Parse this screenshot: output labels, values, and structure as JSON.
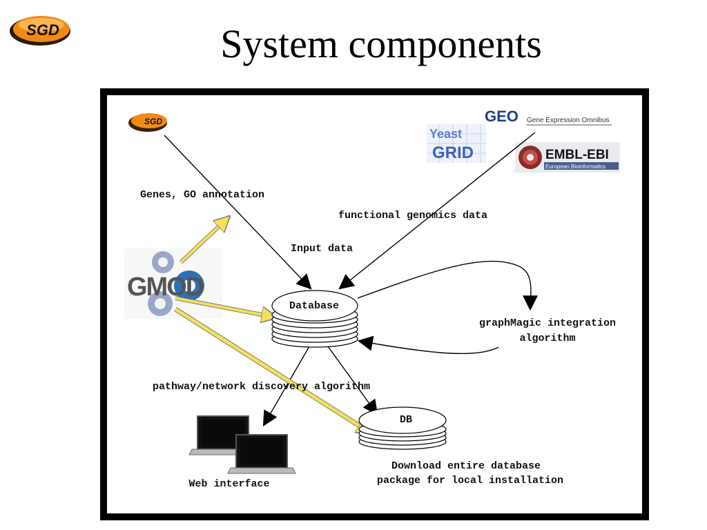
{
  "slide": {
    "title": "System components",
    "logo_text": "SGD"
  },
  "diagram": {
    "sources": {
      "sgd_logo": "SGD",
      "geo_logo": "GEO",
      "geo_caption": "Gene Expression Omnibus",
      "yeastgrid_line1": "Yeast",
      "yeastgrid_line2": "GRID",
      "embl_title": "EMBL-EBI",
      "embl_caption": "European Bioinformatics",
      "gmod_logo": "GMOD"
    },
    "labels": {
      "genes_go": "Genes, GO annotation",
      "functional_genomics": "functional genomics data",
      "input_data": "Input data",
      "database": "Database",
      "graphmagic_line1": "graphMagic integration",
      "graphmagic_line2": "algorithm",
      "pathway": "pathway/network discovery algorithm",
      "db": "DB",
      "download_line1": "Download entire database",
      "download_line2": "package for local installation",
      "web_interface": "Web interface"
    },
    "colors": {
      "highlight_arrow": "#f5e05a",
      "sgd_orange": "#e8720c",
      "gmod_blue": "#2f6fb8"
    }
  }
}
